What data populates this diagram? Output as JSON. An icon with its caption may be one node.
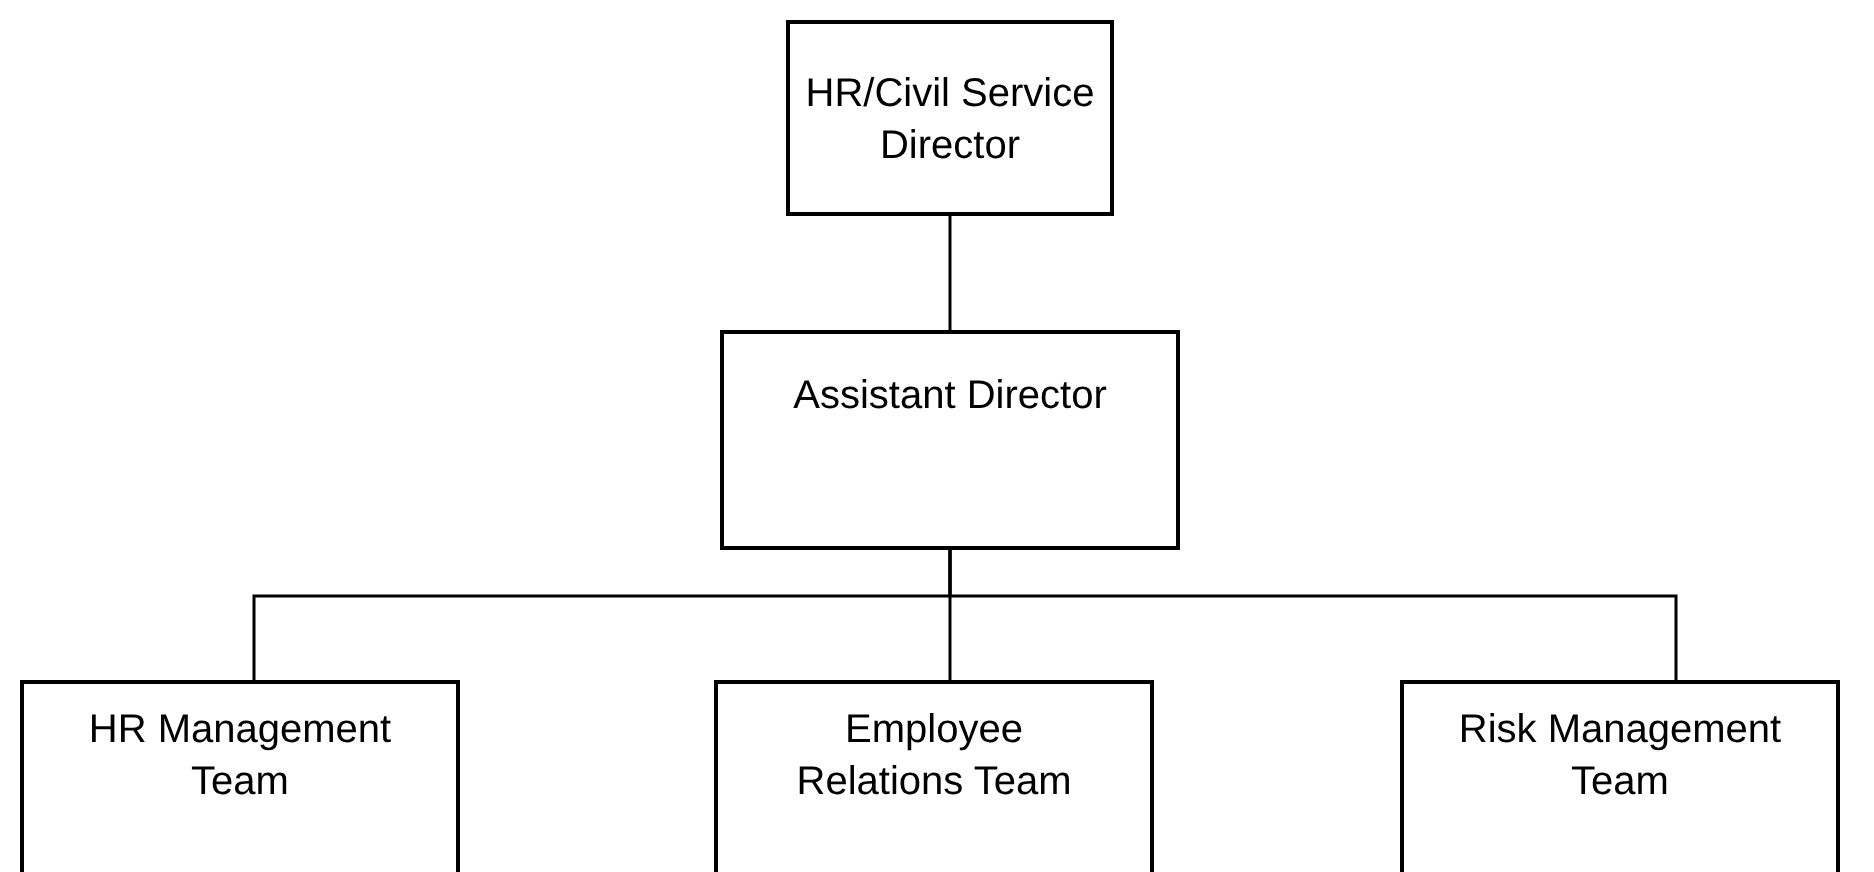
{
  "diagram": {
    "nodes": [
      {
        "text": [
          "HR/Civil Service Director"
        ]
      },
      {
        "text": [
          "Assistant Director"
        ]
      },
      {
        "text": [
          "HR Management Team"
        ]
      },
      {
        "text": [
          "Employee Relations Team"
        ]
      },
      {
        "text": [
          "Risk Management Team"
        ]
      }
    ],
    "edges": [
      {
        "from": 0,
        "to": 1,
        "arrow": "none"
      },
      {
        "from": 1,
        "to": 2,
        "arrow": "none"
      },
      {
        "from": 1,
        "to": 3,
        "arrow": "none"
      },
      {
        "from": 1,
        "to": 4,
        "arrow": "none"
      }
    ]
  }
}
